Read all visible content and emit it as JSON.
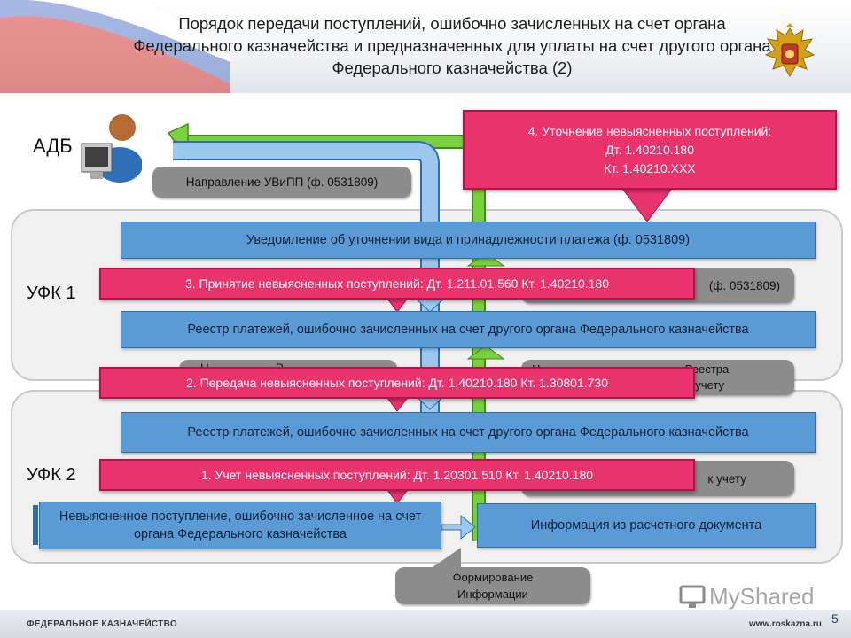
{
  "title": "Порядок передачи поступлений, ошибочно зачисленных на счет органа Федерального казначейства и предназначенных для уплаты на счет другого органа Федерального казначейства (2)",
  "row_labels": {
    "adb": "АДБ",
    "ufk1": "УФК 1",
    "ufk2": "УФК 2"
  },
  "adb": {
    "uvipp_label": "Направление УВиПП (ф. 0531809)"
  },
  "ufk1": {
    "notice": "Уведомление об уточнении вида и принадлежности платежа (ф. 0531809)",
    "gray_right_partial": "(ф. 0531809)",
    "registry": "Реестр платежей, ошибочно зачисленных на счет другого органа Федерального казначейства"
  },
  "between": {
    "gray_left_partial": "Н                    Р",
    "gray_right_partial": "Н                                    ного  Реестра\n                                            о к учету"
  },
  "ufk2": {
    "registry": "Реестр платежей, ошибочно зачисленных на счет другого органа Федерального казначейства",
    "gray_right_partial": "к учету",
    "unidentified": "Невыясненное поступление, ошибочно зачисленное на счет органа Федерального казначейства",
    "doc_info": "Информация из расчетного документа",
    "forming": "Формирование Информации"
  },
  "steps": [
    {
      "text": "1. Учет невыясненных поступлений: Дт. 1.20301.510 Кт. 1.40210.180"
    },
    {
      "text": "2. Передача невыясненных поступлений: Дт. 1.40210.180 Кт. 1.30801.730"
    },
    {
      "text": "3. Принятие невыясненных поступлений: Дт. 1.211.01.560 Кт. 1.40210.180"
    },
    {
      "line1": "4. Уточнение невыясненных поступлений:",
      "line2": "Дт. 1.40210.180",
      "line3": "Кт. 1.40210.ХХХ"
    }
  ],
  "footer": {
    "left": "ФЕДЕРАЛЬНОЕ КАЗНАЧЕЙСТВО",
    "right": "www.roskazna.ru",
    "page": "5"
  },
  "watermark": "MyShared",
  "colors": {
    "blue": "#5b9bd5",
    "pink": "#e8336e",
    "green": "#66cc33",
    "gray": "#8c8c8c",
    "panel": "#f1f1f1"
  }
}
